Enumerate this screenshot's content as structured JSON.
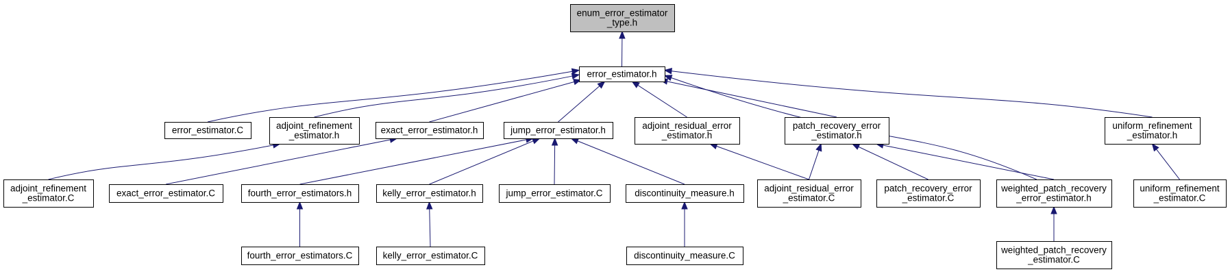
{
  "colors": {
    "edge": "#191970",
    "node_border": "#000000",
    "node_fill": "#ffffff",
    "root_fill": "#bfbfbf"
  },
  "nodes": [
    {
      "id": "enum",
      "lines": [
        "enum_error_estimator",
        "_type.h"
      ]
    },
    {
      "id": "ee_h",
      "lines": [
        "error_estimator.h"
      ]
    },
    {
      "id": "ee_c",
      "lines": [
        "error_estimator.C"
      ]
    },
    {
      "id": "are_h",
      "lines": [
        "adjoint_refinement",
        "_estimator.h"
      ]
    },
    {
      "id": "exact_h",
      "lines": [
        "exact_error_estimator.h"
      ]
    },
    {
      "id": "jump_h",
      "lines": [
        "jump_error_estimator.h"
      ]
    },
    {
      "id": "adjres_h",
      "lines": [
        "adjoint_residual_error",
        "_estimator.h"
      ]
    },
    {
      "id": "patch_h",
      "lines": [
        "patch_recovery_error",
        "_estimator.h"
      ]
    },
    {
      "id": "unif_h",
      "lines": [
        "uniform_refinement",
        "_estimator.h"
      ]
    },
    {
      "id": "are_c",
      "lines": [
        "adjoint_refinement",
        "_estimator.C"
      ]
    },
    {
      "id": "exact_c",
      "lines": [
        "exact_error_estimator.C"
      ]
    },
    {
      "id": "fourth_h",
      "lines": [
        "fourth_error_estimators.h"
      ]
    },
    {
      "id": "kelly_h",
      "lines": [
        "kelly_error_estimator.h"
      ]
    },
    {
      "id": "jump_c",
      "lines": [
        "jump_error_estimator.C"
      ]
    },
    {
      "id": "disc_h",
      "lines": [
        "discontinuity_measure.h"
      ]
    },
    {
      "id": "adjres_c",
      "lines": [
        "adjoint_residual_error",
        "_estimator.C"
      ]
    },
    {
      "id": "patch_c",
      "lines": [
        "patch_recovery_error",
        "_estimator.C"
      ]
    },
    {
      "id": "wpatch_h",
      "lines": [
        "weighted_patch_recovery",
        "_error_estimator.h"
      ]
    },
    {
      "id": "unif_c",
      "lines": [
        "uniform_refinement",
        "_estimator.C"
      ]
    },
    {
      "id": "fourth_c",
      "lines": [
        "fourth_error_estimators.C"
      ]
    },
    {
      "id": "kelly_c",
      "lines": [
        "kelly_error_estimator.C"
      ]
    },
    {
      "id": "disc_c",
      "lines": [
        "discontinuity_measure.C"
      ]
    },
    {
      "id": "wpatch_c",
      "lines": [
        "weighted_patch_recovery",
        "_estimator.C"
      ]
    }
  ],
  "edges": [
    {
      "from": "ee_h",
      "to": "enum"
    },
    {
      "from": "ee_c",
      "to": "ee_h"
    },
    {
      "from": "are_h",
      "to": "ee_h"
    },
    {
      "from": "exact_h",
      "to": "ee_h"
    },
    {
      "from": "jump_h",
      "to": "ee_h"
    },
    {
      "from": "adjres_h",
      "to": "ee_h"
    },
    {
      "from": "patch_h",
      "to": "ee_h"
    },
    {
      "from": "wpatch_h",
      "to": "ee_h"
    },
    {
      "from": "unif_h",
      "to": "ee_h"
    },
    {
      "from": "are_c",
      "to": "are_h"
    },
    {
      "from": "exact_c",
      "to": "exact_h"
    },
    {
      "from": "fourth_h",
      "to": "jump_h"
    },
    {
      "from": "kelly_h",
      "to": "jump_h"
    },
    {
      "from": "jump_c",
      "to": "jump_h"
    },
    {
      "from": "disc_h",
      "to": "jump_h"
    },
    {
      "from": "adjres_c",
      "to": "adjres_h"
    },
    {
      "from": "adjres_c",
      "to": "patch_h"
    },
    {
      "from": "patch_c",
      "to": "patch_h"
    },
    {
      "from": "wpatch_h",
      "to": "patch_h"
    },
    {
      "from": "unif_c",
      "to": "unif_h"
    },
    {
      "from": "fourth_c",
      "to": "fourth_h"
    },
    {
      "from": "kelly_c",
      "to": "kelly_h"
    },
    {
      "from": "disc_c",
      "to": "disc_h"
    },
    {
      "from": "wpatch_c",
      "to": "wpatch_h"
    }
  ]
}
